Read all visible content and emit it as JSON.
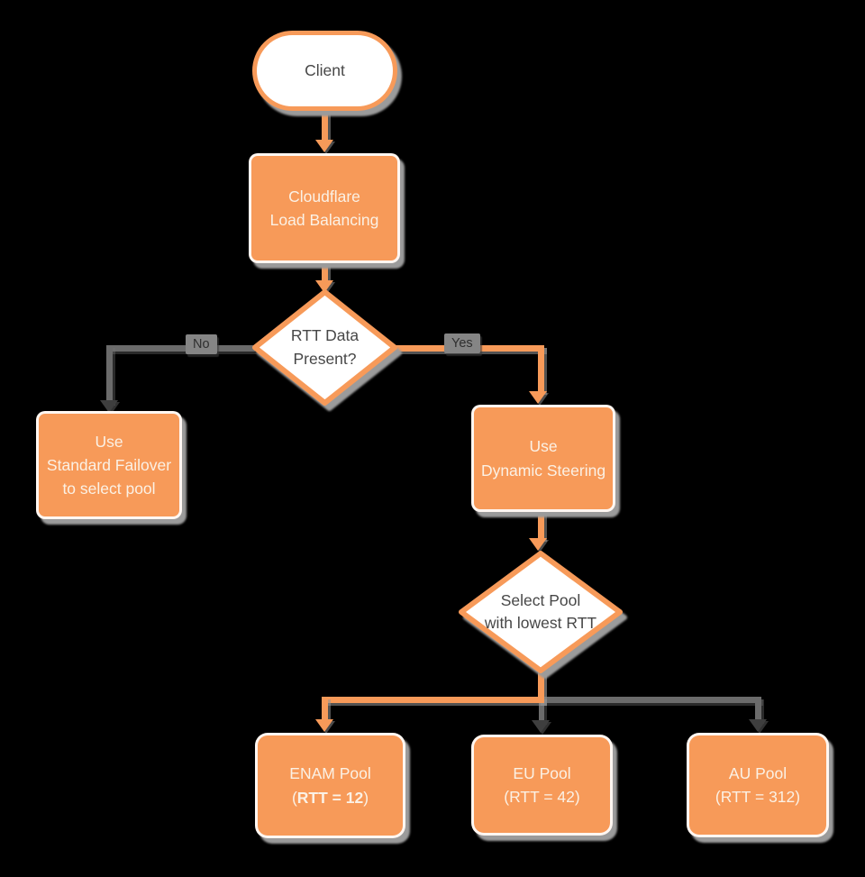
{
  "diagram": {
    "title_semantic": "Cloudflare Load Balancing RTT steering flowchart",
    "colors": {
      "background": "#000000",
      "shape_orange": "#F79A59",
      "connector_gray": "#6B6B6B",
      "arrowhead_dark": "#3E3E3E",
      "shadow_gray": "#9B9B9B",
      "text_on_orange": "#FBF1E5",
      "text_dark": "#474747"
    },
    "nodes": {
      "client": {
        "label": "Client"
      },
      "cloudflare": {
        "line1": "Cloudflare",
        "line2": "Load Balancing"
      },
      "rtt_decision": {
        "line1": "RTT Data",
        "line2": "Present?"
      },
      "standard_failover": {
        "line1": "Use",
        "line2": "Standard Failover",
        "line3": "to select pool"
      },
      "dynamic_steering": {
        "line1": "Use",
        "line2": "Dynamic Steering"
      },
      "select_pool": {
        "line1": "Select Pool",
        "line2": "with lowest RTT"
      },
      "enam_pool": {
        "line1": "ENAM Pool",
        "line2_open": "(",
        "line2_bold": "RTT = 12",
        "line2_close": ")"
      },
      "eu_pool": {
        "line1": "EU Pool",
        "line2": "(RTT = 42)"
      },
      "au_pool": {
        "line1": "AU Pool",
        "line2": "(RTT = 312)"
      }
    },
    "edges": {
      "no_label": "No",
      "yes_label": "Yes"
    }
  }
}
